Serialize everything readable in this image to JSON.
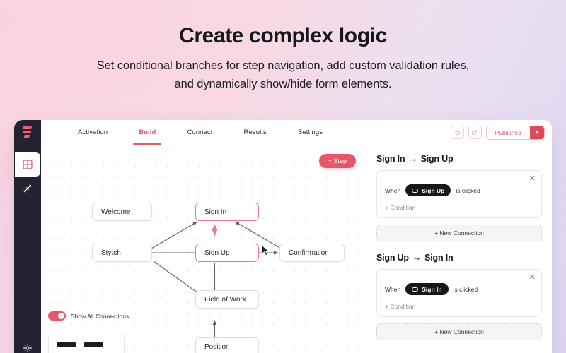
{
  "hero": {
    "title": "Create complex logic",
    "subtitle_line1": "Set conditional branches for step navigation, add custom validation rules,",
    "subtitle_line2": "and dynamically show/hide form elements."
  },
  "app": {
    "logo_name": "feathery-logo",
    "tabs": [
      {
        "label": "Activation",
        "active": false
      },
      {
        "label": "Build",
        "active": true
      },
      {
        "label": "Connect",
        "active": false
      },
      {
        "label": "Results",
        "active": false
      },
      {
        "label": "Settings",
        "active": false
      }
    ],
    "toolbar": {
      "undo_icon": "undo-icon",
      "redo_icon": "redo-icon",
      "publish_label": "Published",
      "publish_caret_icon": "chevron-down-icon"
    },
    "rail": [
      {
        "name": "sidebar-item-builder",
        "icon": "grid-layout-icon",
        "active": true
      },
      {
        "name": "sidebar-item-logic",
        "icon": "magic-wand-icon",
        "active": false
      },
      {
        "name": "sidebar-item-settings",
        "icon": "gear-icon",
        "active": false
      }
    ],
    "canvas": {
      "step_button": "+ Step",
      "toggle_label": "Show All Connections",
      "toggle_on": true,
      "nodes": [
        {
          "id": "welcome",
          "label": "Welcome",
          "selected": false
        },
        {
          "id": "stytch",
          "label": "Stytch",
          "selected": false
        },
        {
          "id": "signin",
          "label": "Sign In",
          "selected": true
        },
        {
          "id": "signup",
          "label": "Sign Up",
          "selected": true
        },
        {
          "id": "confirmation",
          "label": "Confirmation",
          "selected": false
        },
        {
          "id": "fieldofwork",
          "label": "Field of Work",
          "selected": false
        },
        {
          "id": "position",
          "label": "Position",
          "selected": false
        }
      ]
    },
    "panel": {
      "sections": [
        {
          "from": "Sign In",
          "arrow": "→",
          "to": "Sign Up",
          "close_icon": "close-icon",
          "when_prefix": "When",
          "chip_label": "Sign Up",
          "chip_icon": "button-element-icon",
          "when_suffix": "is clicked",
          "condition_label": "+ Condition",
          "new_connection_label": "+ New Connection"
        },
        {
          "from": "Sign Up",
          "arrow": "→",
          "to": "Sign In",
          "close_icon": "close-icon",
          "when_prefix": "When",
          "chip_label": "Sign In",
          "chip_icon": "button-element-icon",
          "when_suffix": "is clicked",
          "condition_label": "+ Condition",
          "new_connection_label": "+ New Connection"
        }
      ]
    },
    "colors": {
      "accent_red": "#e8566a",
      "accent_dark": "#222231",
      "selected_border": "#e8798a"
    }
  }
}
